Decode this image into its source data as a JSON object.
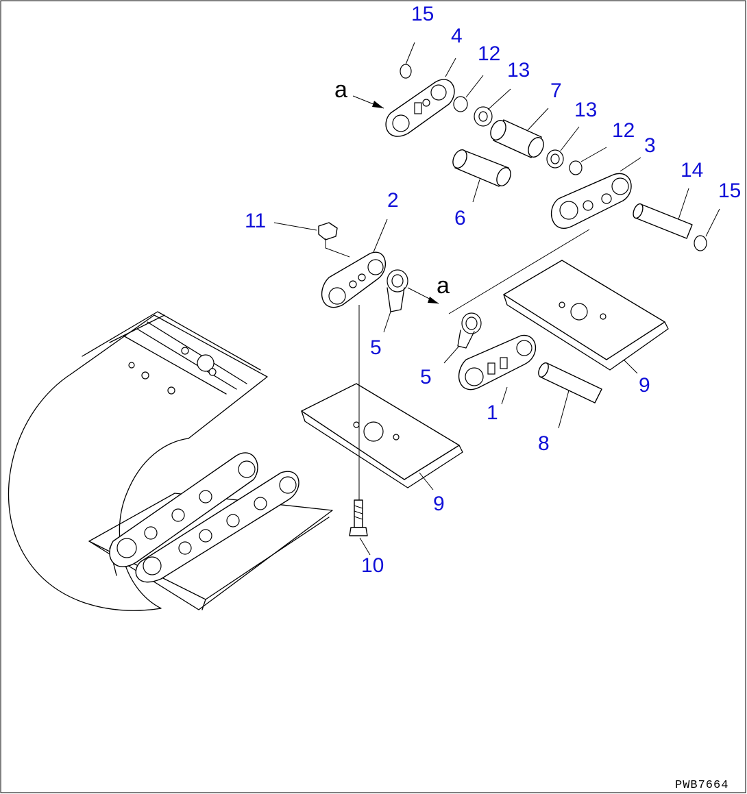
{
  "diagram": {
    "code": "PWB7664",
    "view_marker": "a",
    "callouts": [
      "15",
      "4",
      "12",
      "13",
      "7",
      "13",
      "12",
      "3",
      "14",
      "15",
      "6",
      "2",
      "11",
      "5",
      "5",
      "1",
      "9",
      "8",
      "9",
      "10"
    ]
  },
  "colors": {
    "callout": "#1010d8",
    "line": "#000000",
    "background": "#ffffff"
  }
}
